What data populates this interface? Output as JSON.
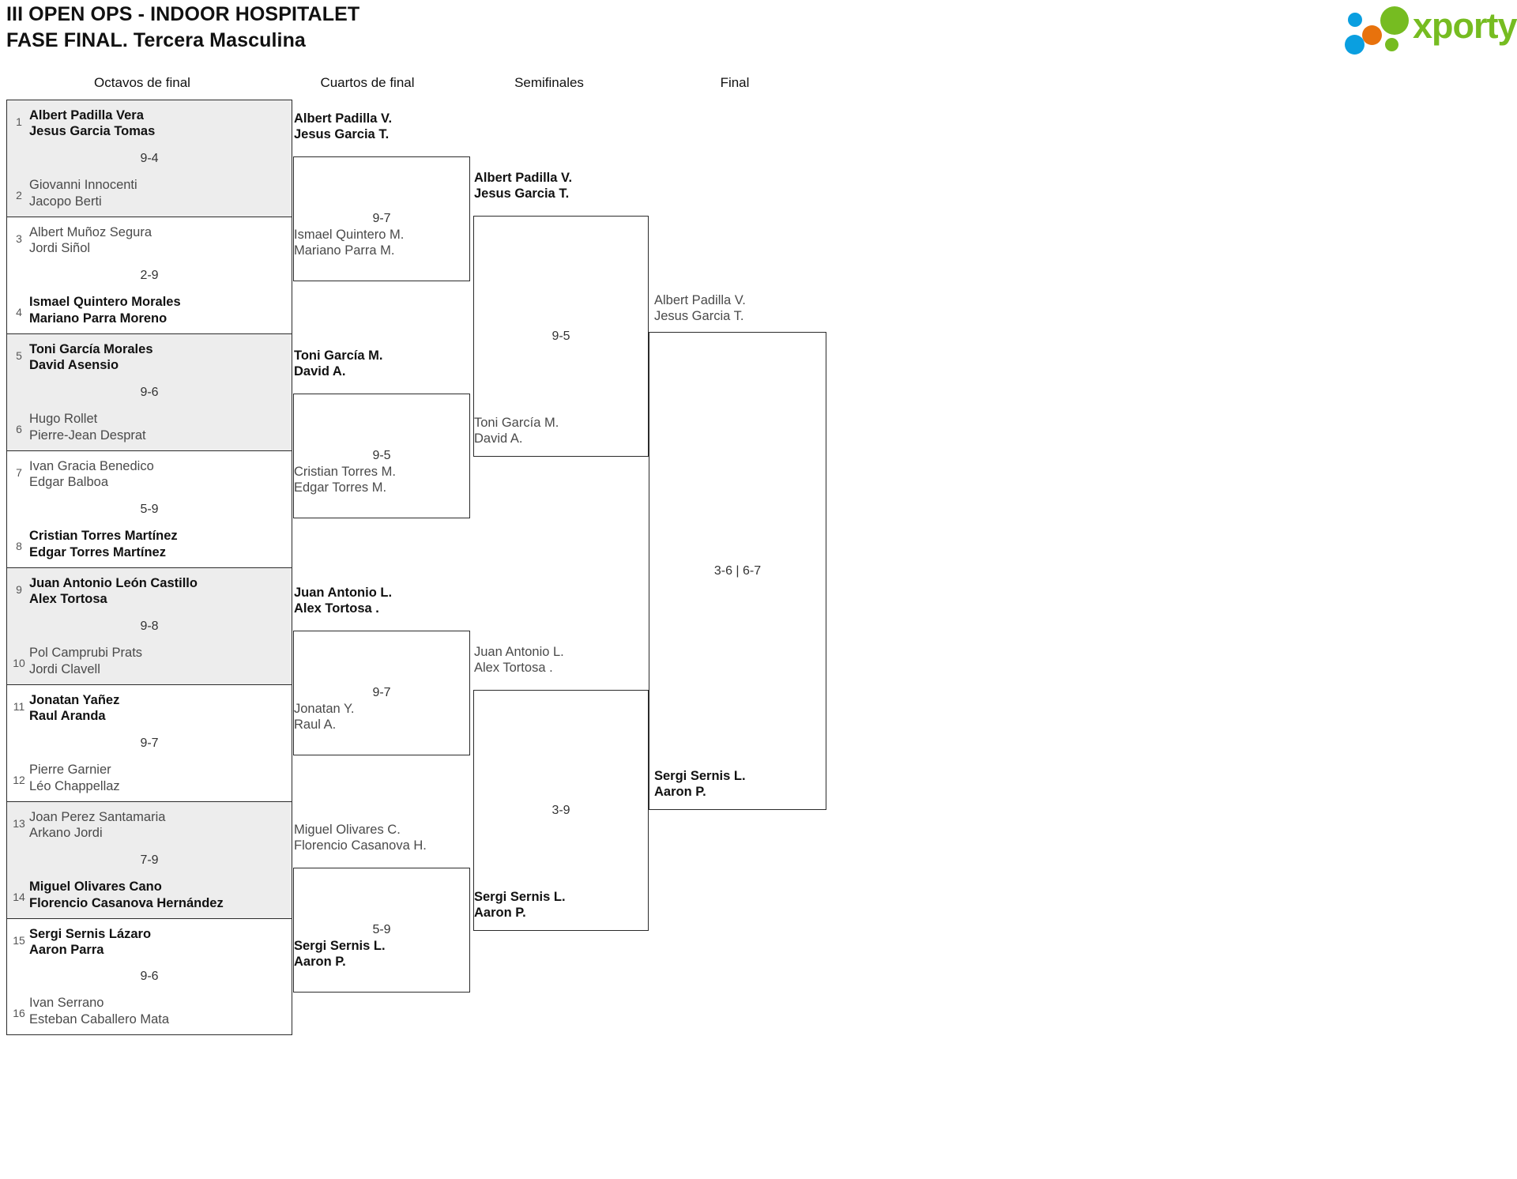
{
  "header": {
    "title_line1": "III OPEN OPS - INDOOR HOSPITALET",
    "title_line2": "FASE FINAL. Tercera Masculina"
  },
  "logo": {
    "wordmark": "xporty",
    "colors": {
      "green": "#76bc21",
      "blue": "#0a9fe0",
      "orange": "#e8720c"
    }
  },
  "rounds": [
    {
      "key": "octavos",
      "label": "Octavos de final"
    },
    {
      "key": "cuartos",
      "label": "Cuartos de final"
    },
    {
      "key": "semis",
      "label": "Semifinales"
    },
    {
      "key": "final",
      "label": "Final"
    }
  ],
  "octavos": [
    {
      "score": "9-4",
      "top": {
        "seed": "1",
        "p1": "Albert Padilla Vera",
        "p2": "Jesus Garcia Tomas",
        "result": "winner"
      },
      "bottom": {
        "seed": "2",
        "p1": "Giovanni Innocenti",
        "p2": "Jacopo Berti",
        "result": "loser"
      }
    },
    {
      "score": "2-9",
      "top": {
        "seed": "3",
        "p1": "Albert Muñoz Segura",
        "p2": "Jordi Siñol",
        "result": "loser"
      },
      "bottom": {
        "seed": "4",
        "p1": "Ismael Quintero Morales",
        "p2": "Mariano Parra Moreno",
        "result": "winner"
      }
    },
    {
      "score": "9-6",
      "top": {
        "seed": "5",
        "p1": "Toni García Morales",
        "p2": "David Asensio",
        "result": "winner"
      },
      "bottom": {
        "seed": "6",
        "p1": "Hugo Rollet",
        "p2": "Pierre-Jean Desprat",
        "result": "loser"
      }
    },
    {
      "score": "5-9",
      "top": {
        "seed": "7",
        "p1": "Ivan Gracia Benedico",
        "p2": "Edgar Balboa",
        "result": "loser"
      },
      "bottom": {
        "seed": "8",
        "p1": "Cristian Torres Martínez",
        "p2": "Edgar Torres Martínez",
        "result": "winner"
      }
    },
    {
      "score": "9-8",
      "top": {
        "seed": "9",
        "p1": "Juan Antonio León Castillo",
        "p2": "Alex Tortosa",
        "result": "winner"
      },
      "bottom": {
        "seed": "10",
        "p1": "Pol Camprubi Prats",
        "p2": "Jordi Clavell",
        "result": "loser"
      }
    },
    {
      "score": "9-7",
      "top": {
        "seed": "11",
        "p1": "Jonatan Yañez",
        "p2": "Raul Aranda",
        "result": "winner"
      },
      "bottom": {
        "seed": "12",
        "p1": "Pierre Garnier",
        "p2": "Léo Chappellaz",
        "result": "loser"
      }
    },
    {
      "score": "7-9",
      "top": {
        "seed": "13",
        "p1": "Joan Perez Santamaria",
        "p2": "Arkano Jordi",
        "result": "loser"
      },
      "bottom": {
        "seed": "14",
        "p1": "Miguel Olivares Cano",
        "p2": "Florencio Casanova Hernández",
        "result": "winner"
      }
    },
    {
      "score": "9-6",
      "top": {
        "seed": "15",
        "p1": "Sergi Sernis Lázaro",
        "p2": "Aaron Parra",
        "result": "winner"
      },
      "bottom": {
        "seed": "16",
        "p1": "Ivan Serrano",
        "p2": "Esteban Caballero Mata",
        "result": "loser"
      }
    }
  ],
  "cuartos": [
    {
      "score": "9-7",
      "top": {
        "p1": "Albert Padilla V.",
        "p2": "Jesus Garcia T.",
        "result": "winner"
      },
      "bottom": {
        "p1": "Ismael Quintero M.",
        "p2": "Mariano Parra M.",
        "result": "loser"
      }
    },
    {
      "score": "9-5",
      "top": {
        "p1": "Toni García M.",
        "p2": "David A.",
        "result": "winner"
      },
      "bottom": {
        "p1": "Cristian Torres M.",
        "p2": "Edgar Torres M.",
        "result": "loser"
      }
    },
    {
      "score": "9-7",
      "top": {
        "p1": "Juan Antonio L.",
        "p2": "Alex Tortosa .",
        "result": "winner"
      },
      "bottom": {
        "p1": "Jonatan Y.",
        "p2": "Raul A.",
        "result": "loser"
      }
    },
    {
      "score": "5-9",
      "top": {
        "p1": "Miguel Olivares C.",
        "p2": "Florencio Casanova H.",
        "result": "loser"
      },
      "bottom": {
        "p1": "Sergi Sernis L.",
        "p2": "Aaron P.",
        "result": "winner"
      }
    }
  ],
  "semis": [
    {
      "score": "9-5",
      "top": {
        "p1": "Albert Padilla V.",
        "p2": "Jesus Garcia T.",
        "result": "winner"
      },
      "bottom": {
        "p1": "Toni García M.",
        "p2": "David A.",
        "result": "loser"
      }
    },
    {
      "score": "3-9",
      "top": {
        "p1": "Juan Antonio L.",
        "p2": "Alex Tortosa .",
        "result": "loser"
      },
      "bottom": {
        "p1": "Sergi Sernis L.",
        "p2": "Aaron P.",
        "result": "winner"
      }
    }
  ],
  "final": [
    {
      "score": "3-6 | 6-7",
      "top": {
        "p1": "Albert Padilla V.",
        "p2": "Jesus Garcia T.",
        "result": "loser"
      },
      "bottom": {
        "p1": "Sergi Sernis L.",
        "p2": "Aaron P.",
        "result": "winner"
      }
    }
  ]
}
